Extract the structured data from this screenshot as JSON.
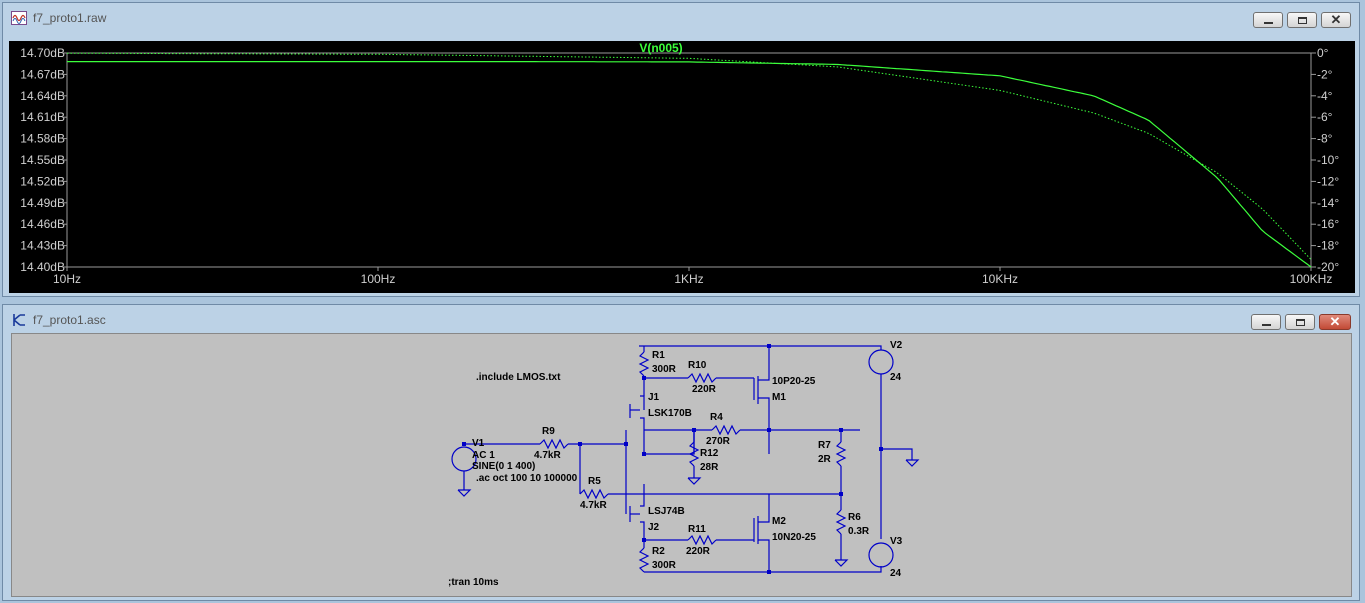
{
  "plot_window": {
    "title": "f7_proto1.raw",
    "trace_label": "V(n005)",
    "trace_color": "#3cff3c",
    "left_axis_ticks": [
      "14.70dB",
      "14.67dB",
      "14.64dB",
      "14.61dB",
      "14.58dB",
      "14.55dB",
      "14.52dB",
      "14.49dB",
      "14.46dB",
      "14.43dB",
      "14.40dB"
    ],
    "right_axis_ticks": [
      "0°",
      "-2°",
      "-4°",
      "-6°",
      "-8°",
      "-10°",
      "-12°",
      "-14°",
      "-16°",
      "-18°",
      "-20°"
    ],
    "x_axis_ticks": [
      "10Hz",
      "100Hz",
      "1KHz",
      "10KHz",
      "100KHz"
    ]
  },
  "chart_data": {
    "type": "line",
    "xscale": "log",
    "xlim": [
      10,
      100000
    ],
    "ylim_left": [
      14.4,
      14.7
    ],
    "ylim_right": [
      -20,
      0
    ],
    "x_ticks": [
      "10Hz",
      "100Hz",
      "1KHz",
      "10KHz",
      "100KHz"
    ],
    "series": [
      {
        "name": "V(n005)",
        "quantity": "magnitude (dB)",
        "style": "solid",
        "x": [
          10,
          100,
          300,
          1000,
          3000,
          10000,
          20000,
          30000,
          50000,
          70000,
          100000
        ],
        "y": [
          14.688,
          14.688,
          14.6879,
          14.6875,
          14.684,
          14.668,
          14.64,
          14.606,
          14.525,
          14.45,
          14.4
        ]
      },
      {
        "name": "V(n005)",
        "quantity": "phase (deg)",
        "style": "dotted",
        "x": [
          10,
          100,
          1000,
          3000,
          10000,
          20000,
          30000,
          50000,
          70000,
          100000
        ],
        "y": [
          -0.02,
          -0.12,
          -0.5,
          -1.3,
          -3.5,
          -5.6,
          -7.5,
          -11.2,
          -14.6,
          -19.3
        ]
      }
    ]
  },
  "schematic_window": {
    "title": "f7_proto1.asc",
    "directives": [
      ".include LMOS.txt",
      ".ac oct 100 10 100000",
      ";tran 10ms"
    ],
    "components": [
      {
        "ref": "R1",
        "value": "300R"
      },
      {
        "ref": "R10",
        "value": "220R"
      },
      {
        "ref": "M1",
        "value": "10P20-25"
      },
      {
        "ref": "J1",
        "value": "LSK170B"
      },
      {
        "ref": "R4",
        "value": "270R"
      },
      {
        "ref": "R12",
        "value": "28R"
      },
      {
        "ref": "R7",
        "value": "2R"
      },
      {
        "ref": "R9",
        "value": "4.7kR"
      },
      {
        "ref": "V1",
        "value": "AC 1",
        "extra": "SINE(0 1 400)"
      },
      {
        "ref": "R5",
        "value": "4.7kR"
      },
      {
        "ref": "J2",
        "value": "LSJ74B"
      },
      {
        "ref": "R11",
        "value": "220R"
      },
      {
        "ref": "M2",
        "value": "10N20-25"
      },
      {
        "ref": "R6",
        "value": "0.3R"
      },
      {
        "ref": "R2",
        "value": "300R"
      },
      {
        "ref": "V2",
        "value": "24"
      },
      {
        "ref": "V3",
        "value": "24"
      }
    ]
  }
}
